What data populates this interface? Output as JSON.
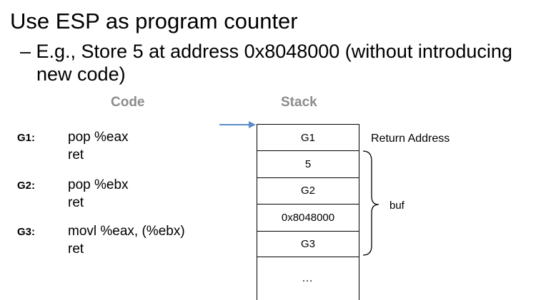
{
  "slide": {
    "title": "Use ESP as program counter",
    "bullet_line1": "– E.g., Store 5 at address 0x8048000 (without introducing",
    "bullet_line2": "new code)"
  },
  "code": {
    "heading": "Code",
    "gadgets": [
      {
        "label": "G1:",
        "lines": [
          "pop %eax",
          "ret"
        ]
      },
      {
        "label": "G2:",
        "lines": [
          "pop %ebx",
          "ret"
        ]
      },
      {
        "label": "G3:",
        "lines": [
          "movl %eax, (%ebx)",
          "ret"
        ]
      }
    ]
  },
  "stack": {
    "heading": "Stack",
    "cells": [
      "G1",
      "5",
      "G2",
      "0x8048000",
      "G3"
    ],
    "continuation": "…",
    "return_address_label": "Return Address",
    "buf_label": "buf",
    "esp_arrow_color": "#5b8bc9"
  }
}
